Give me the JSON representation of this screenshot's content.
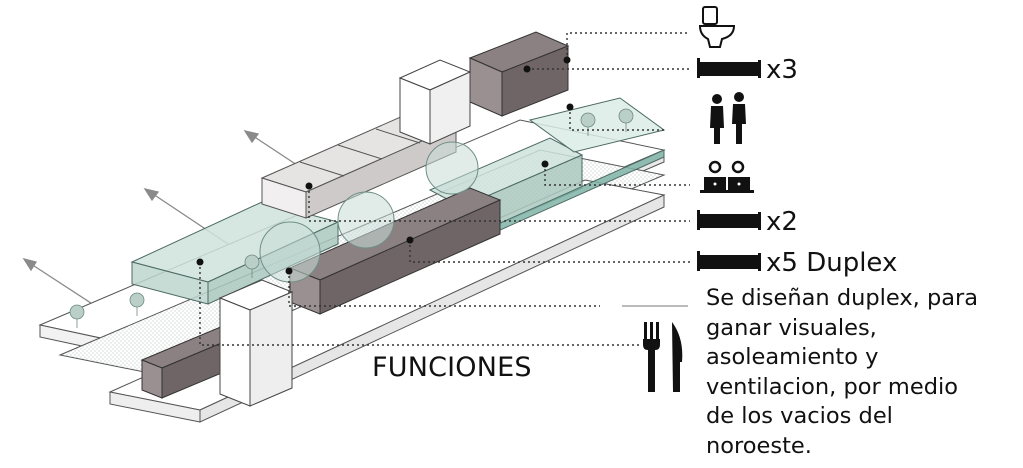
{
  "legend": {
    "bed_upper_count": "x3",
    "bed_middle_count": "x2",
    "bed_duplex_count": "x5 Duplex"
  },
  "diagram_label": "FUNCIONES",
  "description_lines": [
    "Se diseñan duplex, para",
    "ganar visuales,",
    "asoleamiento y",
    "ventilacion, por medio",
    "de los vacios del",
    "noroeste."
  ],
  "icons": [
    "toilet-icon",
    "bed-icon",
    "people-icon",
    "workstation-icon",
    "bed-icon",
    "bed-icon",
    "cutlery-icon"
  ],
  "colors": {
    "glass_green": "#cfe3dc",
    "dark_module": "#8c8182",
    "light_module": "#e6e3e3",
    "white_slab": "#ffffff",
    "leader_line": "#333333"
  }
}
